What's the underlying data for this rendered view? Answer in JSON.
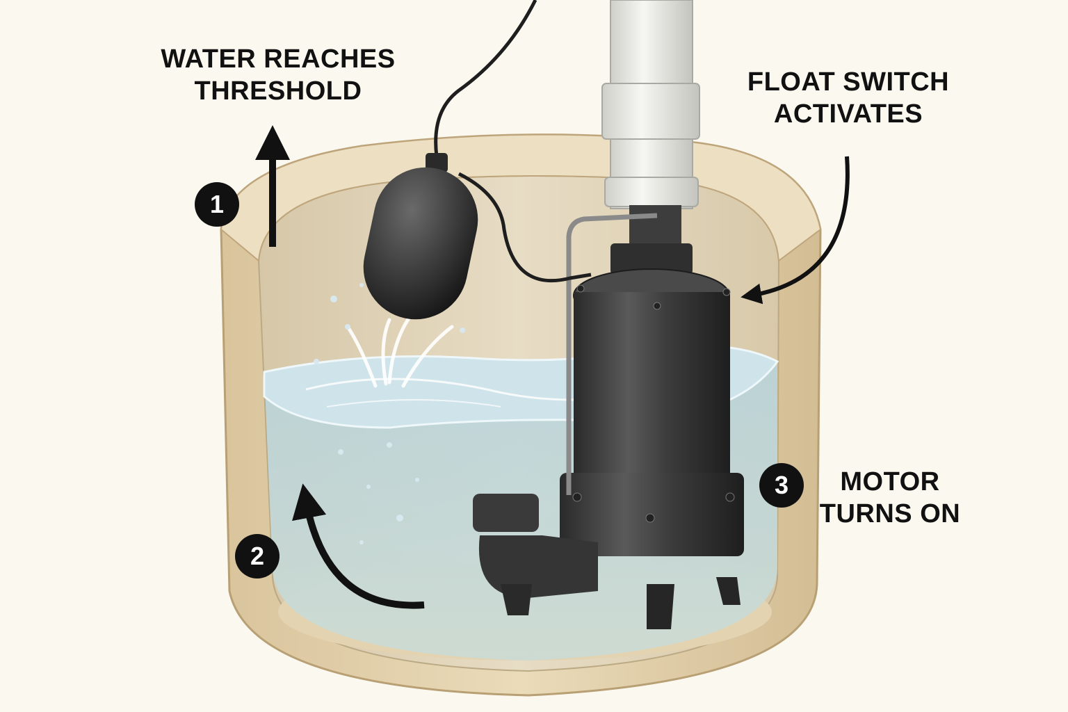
{
  "steps": [
    {
      "number": "1",
      "label_line1": "WATER REACHES",
      "label_line2": "THRESHOLD"
    },
    {
      "number": "2"
    },
    {
      "number": "3",
      "label_line1": "MOTOR",
      "label_line2": "TURNS ON"
    }
  ],
  "float_label": {
    "line1": "FLOAT SWITCH",
    "line2": "ACTIVATES"
  },
  "colors": {
    "background": "#fbf8ef",
    "basin": "#e6d4b2",
    "water": "#a9c8d3",
    "pump": "#3b3b3b",
    "pipe": "#e8e8e4",
    "arrow": "#111111"
  }
}
